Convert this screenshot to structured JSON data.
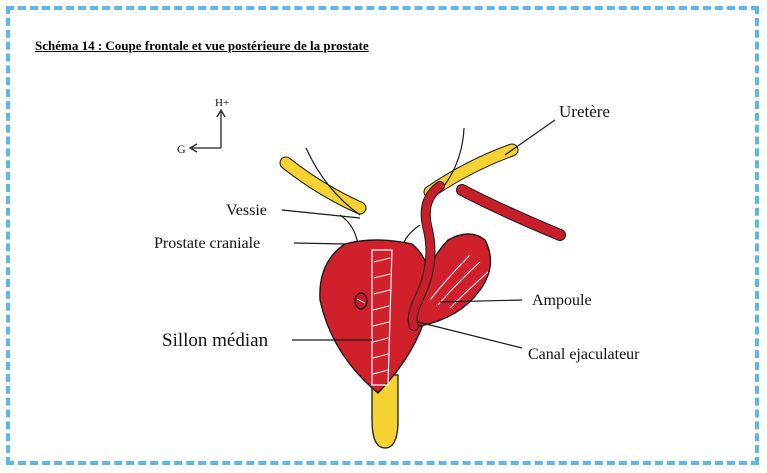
{
  "title": "Schéma 14 : Coupe frontale et vue postérieure de la prostate",
  "orientation": {
    "up": "H+",
    "left": "G"
  },
  "labels": {
    "uretere": "Uretère",
    "vessie": "Vessie",
    "prostate_craniale": "Prostate craniale",
    "sillon_median": "Sillon médian",
    "ampoule": "Ampoule",
    "canal_ejaculateur": "Canal ejaculateur"
  },
  "colors": {
    "border": "#5bb8e8",
    "prostate": "#d0202c",
    "yellow": "#f4d231",
    "outline": "#1a1a1a"
  }
}
